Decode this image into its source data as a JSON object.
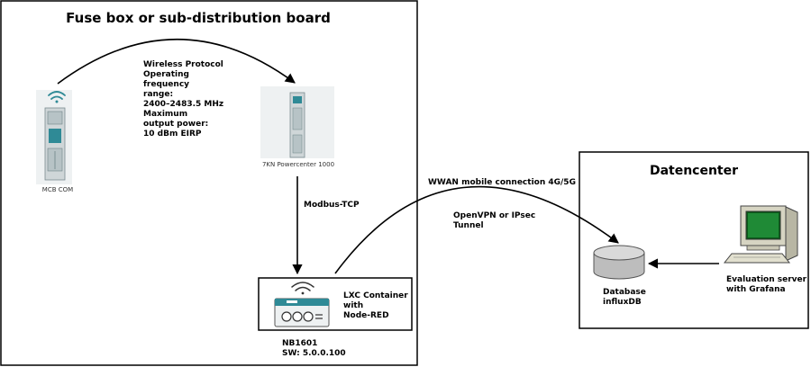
{
  "fusebox": {
    "title": "Fuse box or sub-distribution board"
  },
  "datacenter": {
    "title": "Datencenter"
  },
  "mcb": {
    "label": "MCB COM"
  },
  "powercenter": {
    "label": "7KN Powercenter 1000"
  },
  "wireless": {
    "lines": [
      "Wireless Protocol",
      "Operating",
      "frequency",
      "range:",
      "2400–2483.5 MHz",
      "Maximum",
      "output power:",
      "10 dBm EIRP"
    ]
  },
  "modbus": {
    "label": "Modbus-TCP"
  },
  "nb": {
    "container_lines": [
      "LXC Container",
      "with",
      "Node-RED"
    ],
    "name": "NB1601",
    "sw": "SW: 5.0.0.100"
  },
  "wwan": {
    "label": "WWAN mobile connection 4G/5G"
  },
  "vpn": {
    "lines": [
      "OpenVPN or IPsec",
      "Tunnel"
    ]
  },
  "database": {
    "lines": [
      "Database",
      "influxDB"
    ]
  },
  "server": {
    "lines": [
      "Evaluation server",
      "with Grafana"
    ]
  },
  "colors": {
    "device_teal": "#2f8a96",
    "device_body": "#cfd6d8",
    "db_fill": "#bdbdbd"
  }
}
